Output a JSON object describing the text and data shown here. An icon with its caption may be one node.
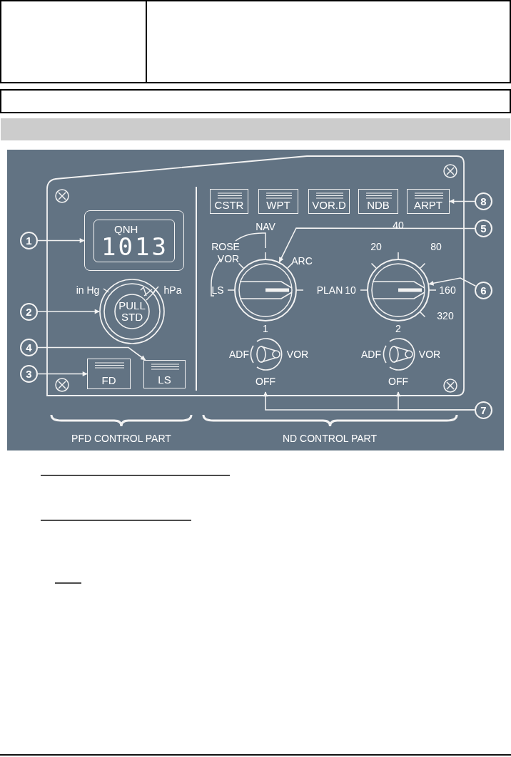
{
  "diagram": {
    "nodes": [
      {
        "text": [
          "CSTR"
        ]
      },
      {
        "text": [
          "WPT"
        ]
      },
      {
        "text": [
          "VOR.D"
        ]
      },
      {
        "text": [
          "NDB"
        ]
      },
      {
        "text": [
          "ARPT"
        ]
      },
      {
        "text": [
          "8"
        ]
      },
      {
        "text": [
          "1"
        ]
      },
      {
        "text": [
          "QNH",
          "1013"
        ]
      },
      {
        "text": [
          "5"
        ]
      },
      {
        "text": [],
        "shape": "circle"
      },
      {
        "text": [],
        "shape": "circle"
      },
      {
        "text": [
          "6"
        ]
      },
      {
        "text": [
          "2"
        ]
      },
      {
        "text": [
          "PULL STD"
        ]
      },
      {
        "text": [
          "4"
        ]
      },
      {
        "text": [
          "3"
        ]
      },
      {
        "text": [
          "FD"
        ]
      },
      {
        "text": [
          "LS"
        ]
      },
      {
        "text": [],
        "shape": "switch"
      },
      {
        "text": [],
        "shape": "switch"
      },
      {
        "text": [
          "7"
        ]
      }
    ],
    "edges": [
      {
        "from": 5,
        "to": 4,
        "arrow": "to"
      },
      {
        "from": 6,
        "to": 7,
        "arrow": "to"
      },
      {
        "from": 8,
        "to": 9,
        "arrow": "to"
      },
      {
        "from": 11,
        "to": 10,
        "arrow": "to"
      },
      {
        "from": 12,
        "to": 13,
        "arrow": "to"
      },
      {
        "from": 14,
        "to": 17,
        "arrow": "to"
      },
      {
        "from": 15,
        "to": 16,
        "arrow": "to"
      },
      {
        "from": 20,
        "to": 18,
        "arrow": "to"
      },
      {
        "from": 20,
        "to": 19,
        "arrow": "to"
      }
    ],
    "labels": [
      "in Hg",
      "hPa",
      "ROSE",
      "NAV",
      "VOR",
      "ARC",
      "LS",
      "PLAN",
      "40",
      "20",
      "80",
      "10",
      "160",
      "320",
      "1",
      "2",
      "ADF",
      "VOR",
      "ADF",
      "VOR",
      "OFF",
      "OFF",
      "PFD CONTROL PART",
      "ND CONTROL PART"
    ]
  }
}
